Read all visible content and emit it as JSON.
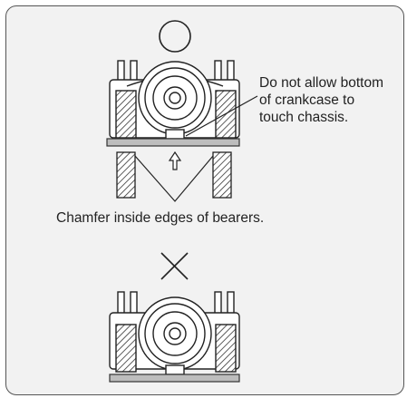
{
  "figure": {
    "correct_symbol": "circle-mark",
    "incorrect_symbol": "cross-mark",
    "note_lines": [
      "Do not allow bottom",
      "of crankcase to",
      "touch chassis."
    ],
    "caption": "Chamfer inside edges of bearers.",
    "arrow_glyph": "up-arrow-icon"
  }
}
